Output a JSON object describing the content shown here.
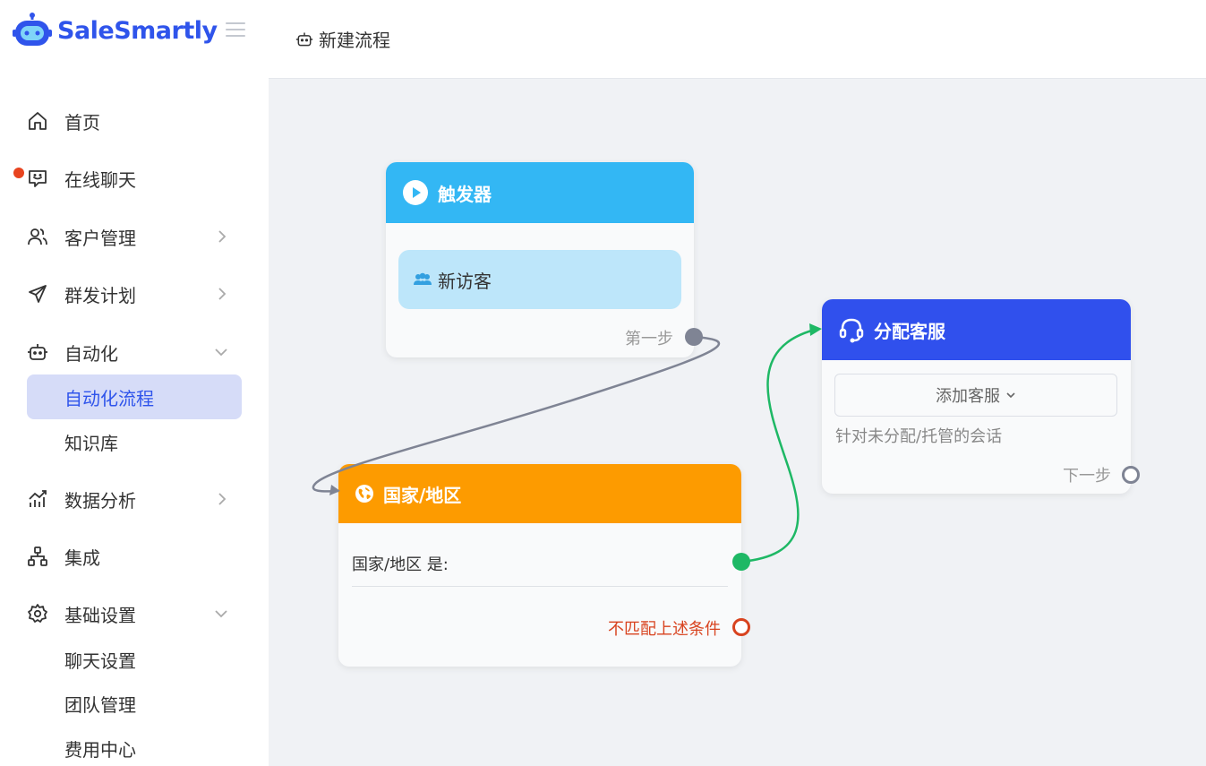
{
  "brand": {
    "name": "SaleSmartly",
    "color": "#2f54eb"
  },
  "sidebar": {
    "items": [
      {
        "label": "首页",
        "icon": "home-icon"
      },
      {
        "label": "在线聊天",
        "icon": "chat-icon",
        "badge": "red-dot"
      },
      {
        "label": "客户管理",
        "icon": "users-icon",
        "arrow": "right"
      },
      {
        "label": "群发计划",
        "icon": "send-icon",
        "arrow": "right"
      },
      {
        "label": "自动化",
        "icon": "robot-icon",
        "arrow": "down"
      },
      {
        "label": "自动化流程",
        "sub": true,
        "active": true
      },
      {
        "label": "知识库",
        "sub": true
      },
      {
        "label": "数据分析",
        "icon": "chart-icon",
        "arrow": "right"
      },
      {
        "label": "集成",
        "icon": "integration-icon"
      },
      {
        "label": "基础设置",
        "icon": "gear-icon",
        "arrow": "down"
      },
      {
        "label": "聊天设置",
        "sub": true
      },
      {
        "label": "团队管理",
        "sub": true
      },
      {
        "label": "费用中心",
        "sub": true
      }
    ]
  },
  "header": {
    "title": "新建流程",
    "icon": "robot-icon"
  },
  "flow": {
    "trigger": {
      "title": "触发器",
      "tag": "新访客",
      "port_label": "第一步",
      "color": "#33b7f4"
    },
    "country": {
      "title": "国家/地区",
      "condition": "国家/地区 是:",
      "fallback": "不匹配上述条件",
      "color": "#fd9b00"
    },
    "assign": {
      "title": "分配客服",
      "select": "添加客服",
      "note": "针对未分配/托管的会话",
      "port_label": "下一步",
      "color": "#3050ed"
    }
  },
  "colors": {
    "accent": "#2f54eb",
    "success": "#1eb865",
    "danger": "#d8431f",
    "wire": "#7f8494"
  }
}
